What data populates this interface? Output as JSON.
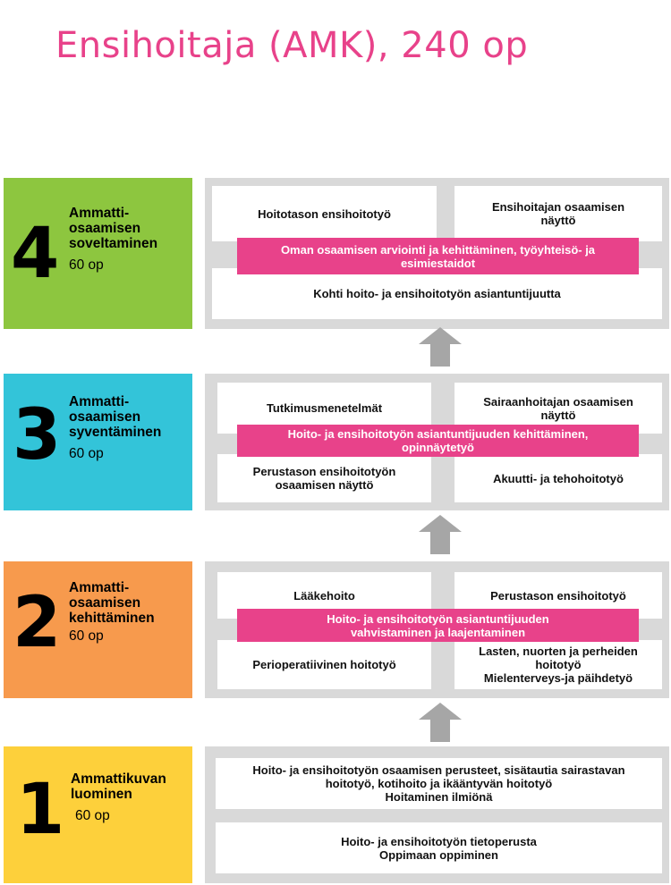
{
  "title": "Ensihoitaja (AMK), 240 op",
  "colors": {
    "title": "#e8428a",
    "level4": "#8dc63f",
    "level3": "#33c4d9",
    "level2": "#f79a4d",
    "level1": "#fdd03b",
    "highlight": "#e8428a",
    "panel": "#d9d9d9",
    "arrow": "#a6a6a6"
  },
  "levels": {
    "l4": {
      "number": "4",
      "name": "Ammatti-\nosaamisen\nsoveltaminen",
      "credits": "60 op",
      "boxes": {
        "tl": "Hoitotason ensihoitotyö",
        "tr": "Ensihoitajan osaamisen\nnäyttö",
        "bottom": "Kohti hoito- ja ensihoitotyön asiantuntijuutta"
      },
      "highlight": "Oman osaamisen arviointi ja kehittäminen, työyhteisö- ja\nesimiestaidot"
    },
    "l3": {
      "number": "3",
      "name": "Ammatti-\nosaamisen\nsyventäminen",
      "credits": "60 op",
      "boxes": {
        "tl": "Tutkimusmenetelmät",
        "tr": "Sairaanhoitajan osaamisen\nnäyttö",
        "bl": "Perustason ensihoitotyön\nosaamisen näyttö",
        "br": "Akuutti- ja tehohoitotyö"
      },
      "highlight": "Hoito- ja ensihoitotyön asiantuntijuuden kehittäminen,\nopinnäytetyö"
    },
    "l2": {
      "number": "2",
      "name": "Ammatti-\nosaamisen\nkehittäminen",
      "credits": "60 op",
      "boxes": {
        "tl": "Lääkehoito",
        "tr": "Perustason ensihoitotyö",
        "bl": "Perioperatiivinen hoitotyö",
        "br": "Lasten, nuorten ja perheiden\nhoitotyö\nMielenterveys-ja päihdetyö"
      },
      "highlight": "Hoito- ja ensihoitotyön asiantuntijuuden\nvahvistaminen ja laajentaminen"
    },
    "l1": {
      "number": "1",
      "name": "Ammattikuvan\nluominen",
      "credits": "60 op",
      "boxes": {
        "top": "Hoito- ja ensihoitotyön osaamisen perusteet, sisätautia sairastavan\nhoitotyö, kotihoito ja ikääntyvän hoitotyö\nHoitaminen ilmiönä",
        "bottom": "Hoito- ja ensihoitotyön tietoperusta\nOppimaan oppiminen"
      }
    }
  }
}
